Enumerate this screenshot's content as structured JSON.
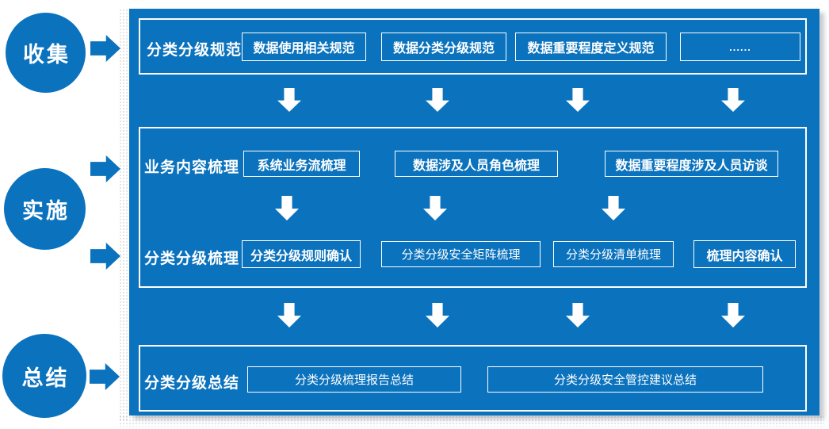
{
  "colors": {
    "accent_blue": "#0b72bd",
    "box_border_white": "#ffffff"
  },
  "stages": [
    {
      "id": "collect",
      "label": "收集"
    },
    {
      "id": "implement",
      "label": "实施"
    },
    {
      "id": "summarize",
      "label": "总结"
    }
  ],
  "panel": {
    "groups": [
      {
        "rows": [
          {
            "label": "分类分级规范",
            "boxes": [
              "数据使用相关规范",
              "数据分类分级规范",
              "数据重要程度定义规范",
              "......"
            ]
          }
        ]
      },
      {
        "rows": [
          {
            "label": "业务内容梳理",
            "boxes": [
              "系统业务流梳理",
              "数据涉及人员角色梳理",
              "数据重要程度涉及人员访谈"
            ]
          },
          {
            "label": "分类分级梳理",
            "boxes": [
              "分类分级规则确认",
              "分类分级安全矩阵梳理",
              "分类分级清单梳理",
              "梳理内容确认"
            ]
          }
        ]
      },
      {
        "rows": [
          {
            "label": "分类分级总结",
            "boxes": [
              "分类分级梳理报告总结",
              "分类分级安全管控建议总结"
            ]
          }
        ]
      }
    ]
  }
}
